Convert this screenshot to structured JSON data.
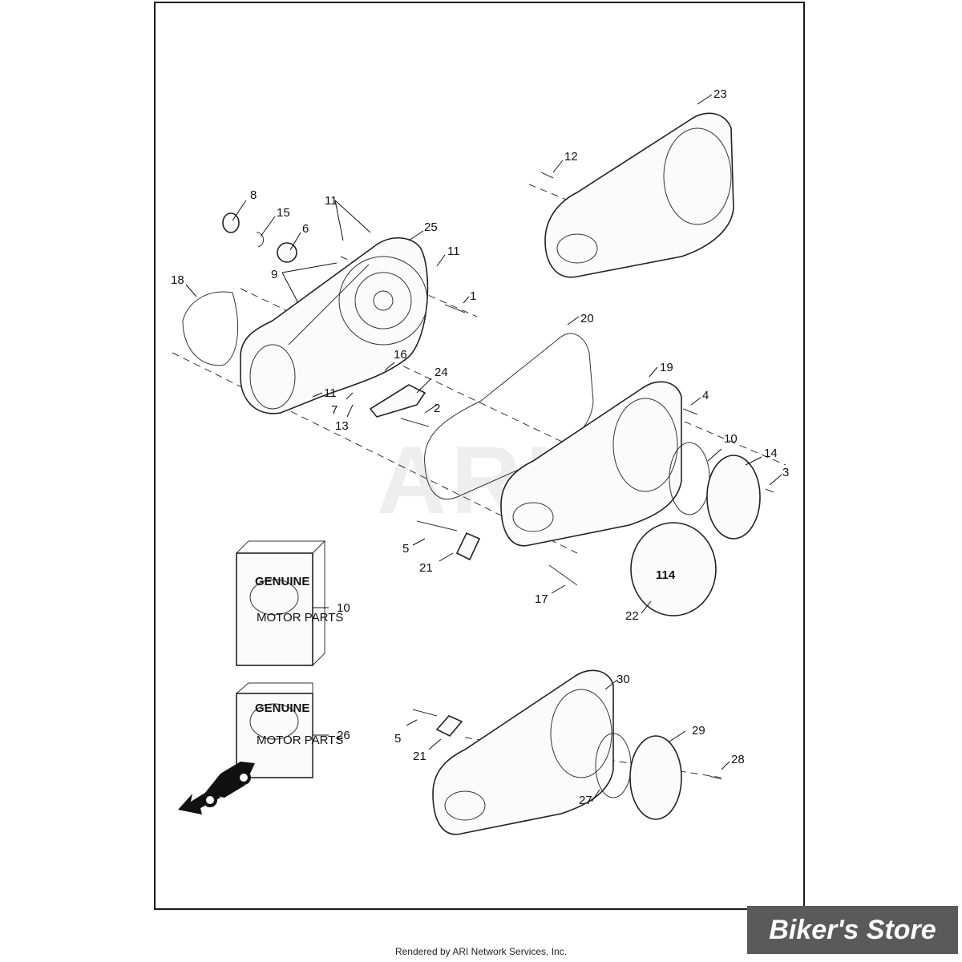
{
  "footer_text": "Rendered by ARI Network Services, Inc.",
  "store_name": "Biker's Store",
  "watermark": "ARI",
  "box_label": {
    "line1": "GENUINE",
    "line2": "MOTOR PARTS"
  },
  "badge_text": "114",
  "callouts": [
    "1",
    "2",
    "3",
    "4",
    "5",
    "6",
    "7",
    "8",
    "9",
    "10",
    "11",
    "11",
    "11",
    "11",
    "12",
    "13",
    "14",
    "15",
    "16",
    "17",
    "18",
    "19",
    "20",
    "21",
    "22",
    "23",
    "24",
    "25",
    "10",
    "5",
    "21",
    "26",
    "30",
    "5",
    "21",
    "29",
    "28",
    "27"
  ],
  "colors": {
    "line": "#111111",
    "badge_bg": "#5a5a5a",
    "badge_text": "#ffffff"
  }
}
